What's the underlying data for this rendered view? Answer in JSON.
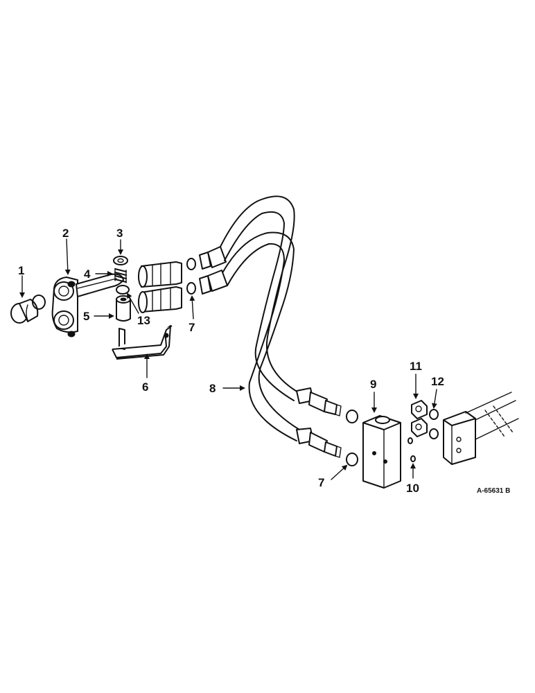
{
  "callouts": {
    "c1": "1",
    "c2": "2",
    "c3": "3",
    "c4": "4",
    "c5": "5",
    "c6": "6",
    "c7a": "7",
    "c7b": "7",
    "c8": "8",
    "c9": "9",
    "c10": "10",
    "c11": "11",
    "c12": "12",
    "c13": "13"
  },
  "reference_number": "A-65631 B"
}
